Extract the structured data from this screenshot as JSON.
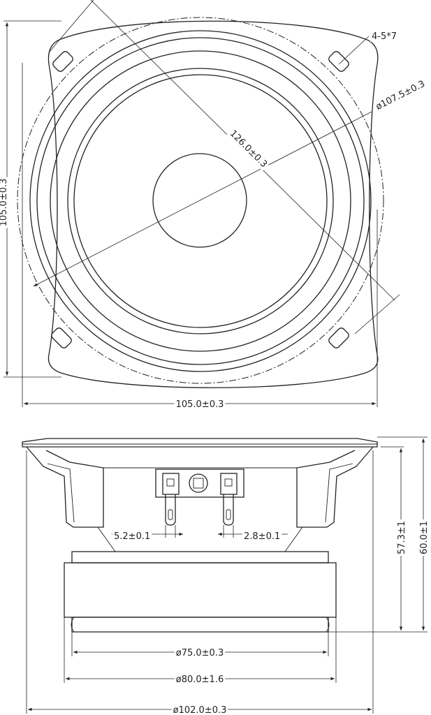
{
  "front_view": {
    "hole_note": "4-5*7",
    "dim_diameter_frame": "ø107.5±0.3",
    "dim_diagonal": "126.0±0.3",
    "dim_height": "105.0±0.3",
    "dim_width": "105.0±0.3"
  },
  "side_view": {
    "dim_terminal_wide": "5.2±0.1",
    "dim_terminal_narrow": "2.8±0.1",
    "dim_height_magnet": "57.3±1",
    "dim_height_total": "60.0±1",
    "dim_magnet_inner": "ø75.0±0.3",
    "dim_magnet_outer": "ø80.0±1.6",
    "dim_flange": "ø102.0±0.3"
  }
}
